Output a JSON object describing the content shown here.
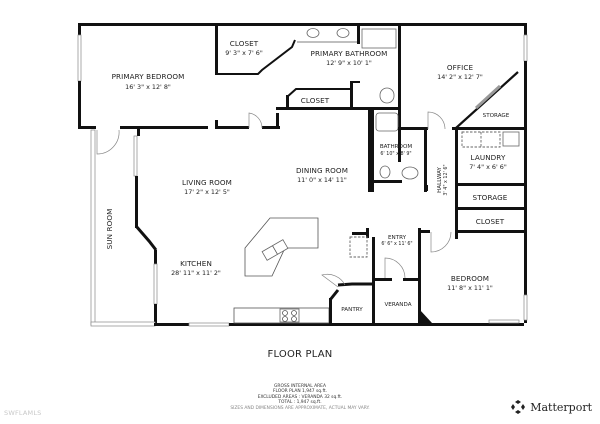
{
  "plan": {
    "title": "FLOOR PLAN",
    "rooms": [
      {
        "id": "primary-bedroom",
        "name": "PRIMARY BEDROOM",
        "dims": "16' 3\" x 12' 8\""
      },
      {
        "id": "closet-primary",
        "name": "CLOSET",
        "dims": "9' 3\" x 7' 6\""
      },
      {
        "id": "primary-bathroom",
        "name": "PRIMARY BATHROOM",
        "dims": "12' 9\" x 10' 1\""
      },
      {
        "id": "office",
        "name": "OFFICE",
        "dims": "14' 2\" x 12' 7\""
      },
      {
        "id": "storage-office",
        "name": "STORAGE",
        "dims": ""
      },
      {
        "id": "closet-hall",
        "name": "CLOSET",
        "dims": ""
      },
      {
        "id": "bathroom",
        "name": "BATHROOM",
        "dims": "6' 10\" x 8' 9\""
      },
      {
        "id": "laundry",
        "name": "LAUNDRY",
        "dims": "7' 4\" x 6' 6\""
      },
      {
        "id": "hallway",
        "name": "HALLWAY",
        "dims": "3' 4\" x 12' 6\""
      },
      {
        "id": "storage-laundry",
        "name": "STORAGE",
        "dims": ""
      },
      {
        "id": "closet-bedroom",
        "name": "CLOSET",
        "dims": ""
      },
      {
        "id": "living-room",
        "name": "LIVING ROOM",
        "dims": "17' 2\" x 12' 5\""
      },
      {
        "id": "dining-room",
        "name": "DINING ROOM",
        "dims": "11' 0\" x 14' 11\""
      },
      {
        "id": "sun-room",
        "name": "SUN ROOM",
        "dims": ""
      },
      {
        "id": "kitchen",
        "name": "KITCHEN",
        "dims": "28' 11\" x 11' 2\""
      },
      {
        "id": "entry",
        "name": "ENTRY",
        "dims": "6' 6\" x 11' 6\""
      },
      {
        "id": "bedroom",
        "name": "BEDROOM",
        "dims": "11' 8\" x 11' 1\""
      },
      {
        "id": "pantry",
        "name": "PANTRY",
        "dims": ""
      },
      {
        "id": "veranda",
        "name": "VERANDA",
        "dims": ""
      }
    ]
  },
  "area": {
    "heading": "GROSS INTERNAL AREA",
    "floor_plan": "FLOOR PLAN 1,947 sq.ft.",
    "excluded": "EXCLUDED AREAS :  VERANDA 32 sq.ft.",
    "total": "TOTAL :  1,947 sq.ft.",
    "disclaimer": "SIZES AND DIMENSIONS ARE APPROXIMATE, ACTUAL MAY VARY."
  },
  "brand": {
    "name": "Matterport",
    "trademark": "®"
  },
  "watermark": "SWFLAMLS",
  "colors": {
    "wall": "#111111",
    "background": "#ffffff",
    "fixture_stroke": "#666666",
    "watermark": "#c8c8c8"
  }
}
